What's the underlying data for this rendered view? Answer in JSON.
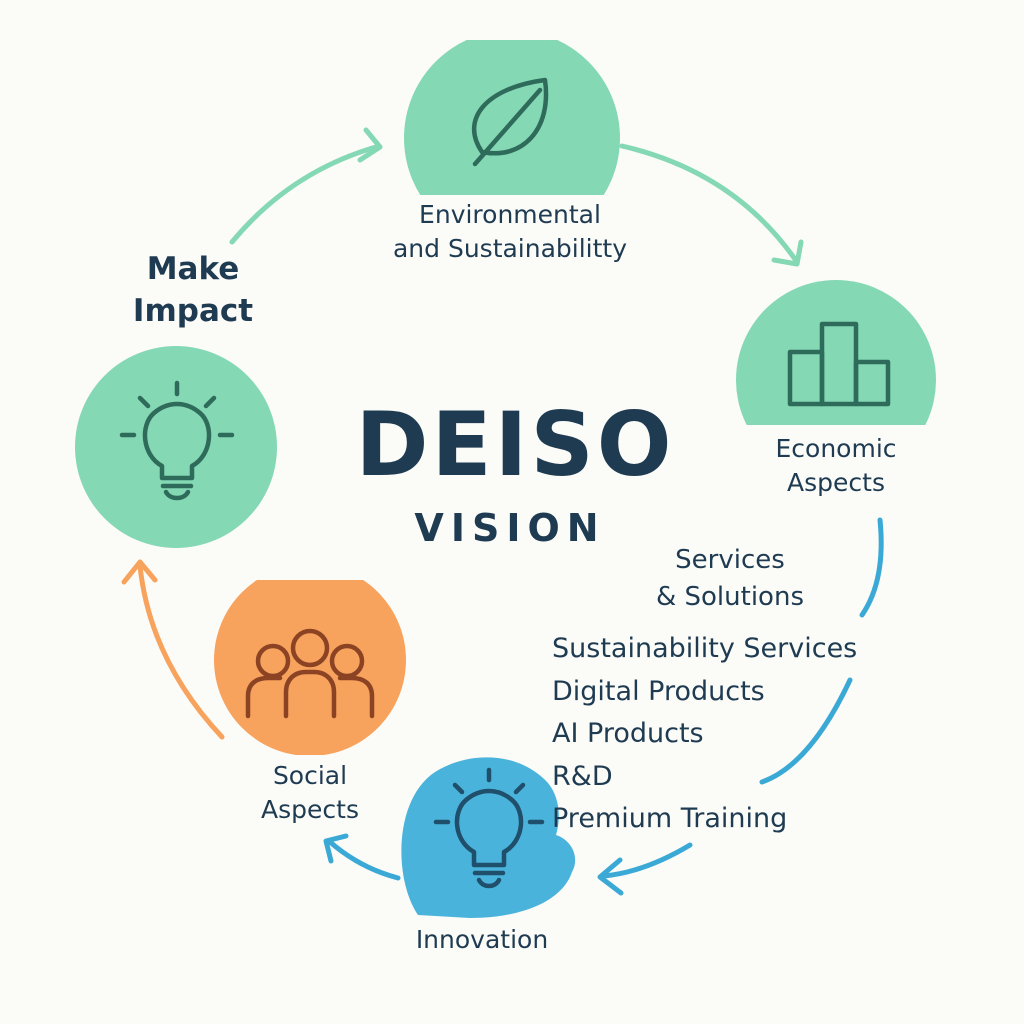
{
  "title": {
    "main": "DEISO",
    "sub": "VISION"
  },
  "make_impact": {
    "line1": "Make",
    "line2": "Impact"
  },
  "nodes": {
    "environmental": {
      "line1": "Environmental",
      "line2": "and Sustainabilitty",
      "icon": "leaf-icon",
      "color": "#84d8b4"
    },
    "economic": {
      "line1": "Economic",
      "line2": "Aspects",
      "icon": "bar-chart-icon",
      "color": "#84d8b4"
    },
    "innovation": {
      "label": "Innovation",
      "icon": "lightbulb-icon",
      "color": "#4ab3dc"
    },
    "social": {
      "line1": "Social",
      "line2": "Aspects",
      "icon": "people-icon",
      "color": "#f7a35d"
    },
    "impact": {
      "icon": "lightbulb-icon",
      "color": "#84d8b4"
    }
  },
  "services": {
    "heading_line1": "Services",
    "heading_line2": "& Solutions",
    "items": [
      "Sustainability Services",
      "Digital Products",
      "AI Products",
      "R&D",
      "Premium Training"
    ]
  },
  "colors": {
    "text": "#1f3b52",
    "green_arrow": "#84d8b4",
    "blue_arrow": "#3aa9d6",
    "orange_arrow": "#f7a35d"
  }
}
